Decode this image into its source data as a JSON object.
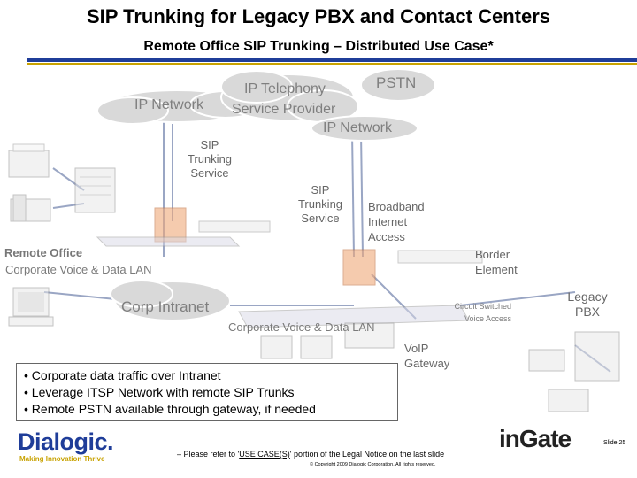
{
  "slide": {
    "title": "SIP Trunking for Legacy PBX and Contact Centers",
    "subtitle": "Remote Office SIP Trunking – Distributed Use Case*"
  },
  "diagram": {
    "ip_network": "IP Network",
    "ip_telephony": "IP Telephony",
    "service_provider": "Service Provider",
    "pstn": "PSTN",
    "pstn_ip_network": "IP Network",
    "sip_service_left": [
      "SIP",
      "Trunking",
      "Service"
    ],
    "sip_service_right": [
      "SIP",
      "Trunking",
      "Service"
    ],
    "broadband": [
      "Broadband",
      "Internet",
      "Access"
    ],
    "remote_office": "Remote Office",
    "corp_lan_left": "Corporate Voice & Data LAN",
    "border_element": [
      "Border",
      "Element"
    ],
    "corp_intranet": "Corp Intranet",
    "circuit_switched": [
      "Circuit Switched",
      "Voice Access"
    ],
    "legacy_pbx": [
      "Legacy",
      "PBX"
    ],
    "corp_lan_right": "Corporate Voice & Data LAN",
    "voip_gateway": [
      "VoIP",
      "Gateway"
    ]
  },
  "bullets": [
    "• Corporate data traffic over Intranet",
    "• Leverage ITSP Network with remote SIP Trunks",
    "• Remote PSTN available through gateway, if needed"
  ],
  "footer": {
    "logo_brand": "Dialogic.",
    "logo_tagline": "Making Innovation Thrive",
    "note_prefix": "– Please refer to '",
    "note_link": "USE CASE(S)",
    "note_suffix": "' portion of the Legal Notice on the last slide",
    "copyright": "© Copyright 2009 Dialogic Corporation. All rights reserved.",
    "ingate_logo": "inGate",
    "slide_number": "Slide 25"
  },
  "colors": {
    "rule_blue": "#1f3d99",
    "rule_gold": "#c8a200",
    "cloud_fill": "#d9d9d9",
    "firewall": "#f0a97a",
    "ingate_red": "#d6261e"
  }
}
